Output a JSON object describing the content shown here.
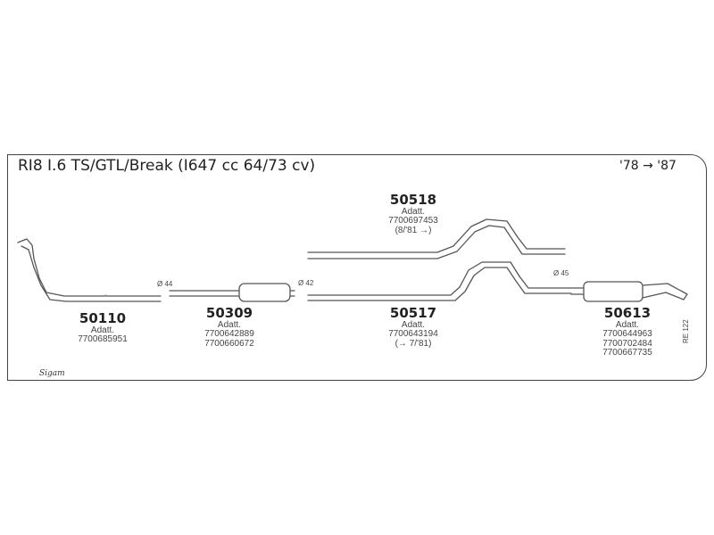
{
  "title": "RI8 I.6 TS/GTL/Break (I647 cc 64/73 cv)",
  "years": "'78 → '87",
  "catalog_code": "RE 122",
  "logo": "Sigam",
  "diameters": [
    "Ø 44",
    "Ø 42",
    "Ø 45"
  ],
  "parts": [
    {
      "number": "50110",
      "lines": [
        "Adatt.",
        "7700685951"
      ]
    },
    {
      "number": "50309",
      "lines": [
        "Adatt.",
        "7700642889",
        "7700660672"
      ]
    },
    {
      "number": "50518",
      "lines": [
        "Adatt.",
        "7700697453",
        "(8/'81 →)"
      ]
    },
    {
      "number": "50517",
      "lines": [
        "Adatt.",
        "7700643194",
        "(→ 7/'81)"
      ]
    },
    {
      "number": "50613",
      "lines": [
        "Adatt.",
        "7700644963",
        "7700702484",
        "7700667735"
      ]
    }
  ]
}
